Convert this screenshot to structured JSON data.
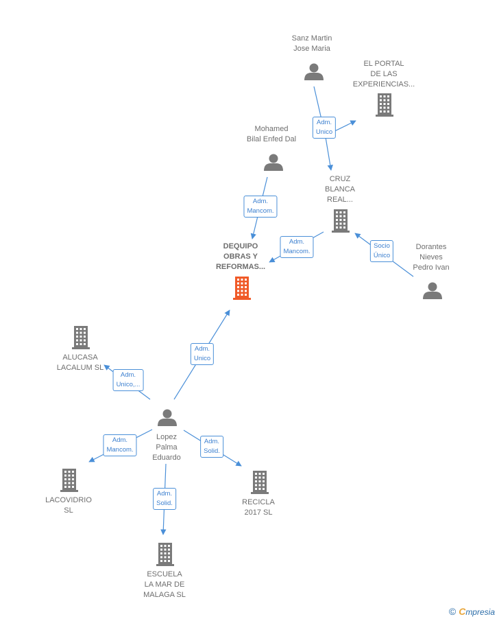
{
  "colors": {
    "edge": "#4a8fd8",
    "node": "#7a7a7a",
    "focus": "#f05a28"
  },
  "nodes": [
    {
      "id": "sanz",
      "kind": "person",
      "label": "Sanz Martin\nJose Maria"
    },
    {
      "id": "portal",
      "kind": "company",
      "label": "EL PORTAL\nDE LAS\nEXPERIENCIAS..."
    },
    {
      "id": "mohamed",
      "kind": "person",
      "label": "Mohamed\nBilal Enfed Dal"
    },
    {
      "id": "cruz",
      "kind": "company",
      "label": "CRUZ\nBLANCA\nREAL..."
    },
    {
      "id": "dequipo",
      "kind": "focus",
      "label": "DEQUIPO\nOBRAS Y\nREFORMAS..."
    },
    {
      "id": "dorantes",
      "kind": "person",
      "label": "Dorantes\nNieves\nPedro Ivan"
    },
    {
      "id": "alucasa",
      "kind": "company",
      "label": "ALUCASA\nLACALUM  SL"
    },
    {
      "id": "lopez",
      "kind": "person",
      "label": "Lopez\nPalma\nEduardo"
    },
    {
      "id": "lacovidrio",
      "kind": "company",
      "label": "LACOVIDRIO\nSL"
    },
    {
      "id": "recicla",
      "kind": "company",
      "label": "RECICLA\n2017  SL"
    },
    {
      "id": "escuela",
      "kind": "company",
      "label": "ESCUELA\nLA MAR DE\nMALAGA  SL"
    }
  ],
  "edges": [
    {
      "from": "sanz",
      "to": "cruz",
      "label": ""
    },
    {
      "from": "sanz",
      "to": "portal",
      "label": "Adm.\nUnico"
    },
    {
      "from": "mohamed",
      "to": "dequipo",
      "label": "Adm.\nMancom."
    },
    {
      "from": "cruz",
      "to": "dequipo",
      "label": "Adm.\nMancom."
    },
    {
      "from": "dorantes",
      "to": "cruz",
      "label": "Socio\nÚnico"
    },
    {
      "from": "lopez",
      "to": "dequipo",
      "label": "Adm.\nUnico"
    },
    {
      "from": "lopez",
      "to": "alucasa",
      "label": "Adm.\nUnico,..."
    },
    {
      "from": "lopez",
      "to": "lacovidrio",
      "label": "Adm.\nMancom."
    },
    {
      "from": "lopez",
      "to": "recicla",
      "label": "Adm.\nSolid."
    },
    {
      "from": "lopez",
      "to": "escuela",
      "label": "Adm.\nSolid."
    }
  ],
  "footer": {
    "copyright": "©",
    "brand_initial": "C",
    "brand_rest": "mpresia"
  }
}
